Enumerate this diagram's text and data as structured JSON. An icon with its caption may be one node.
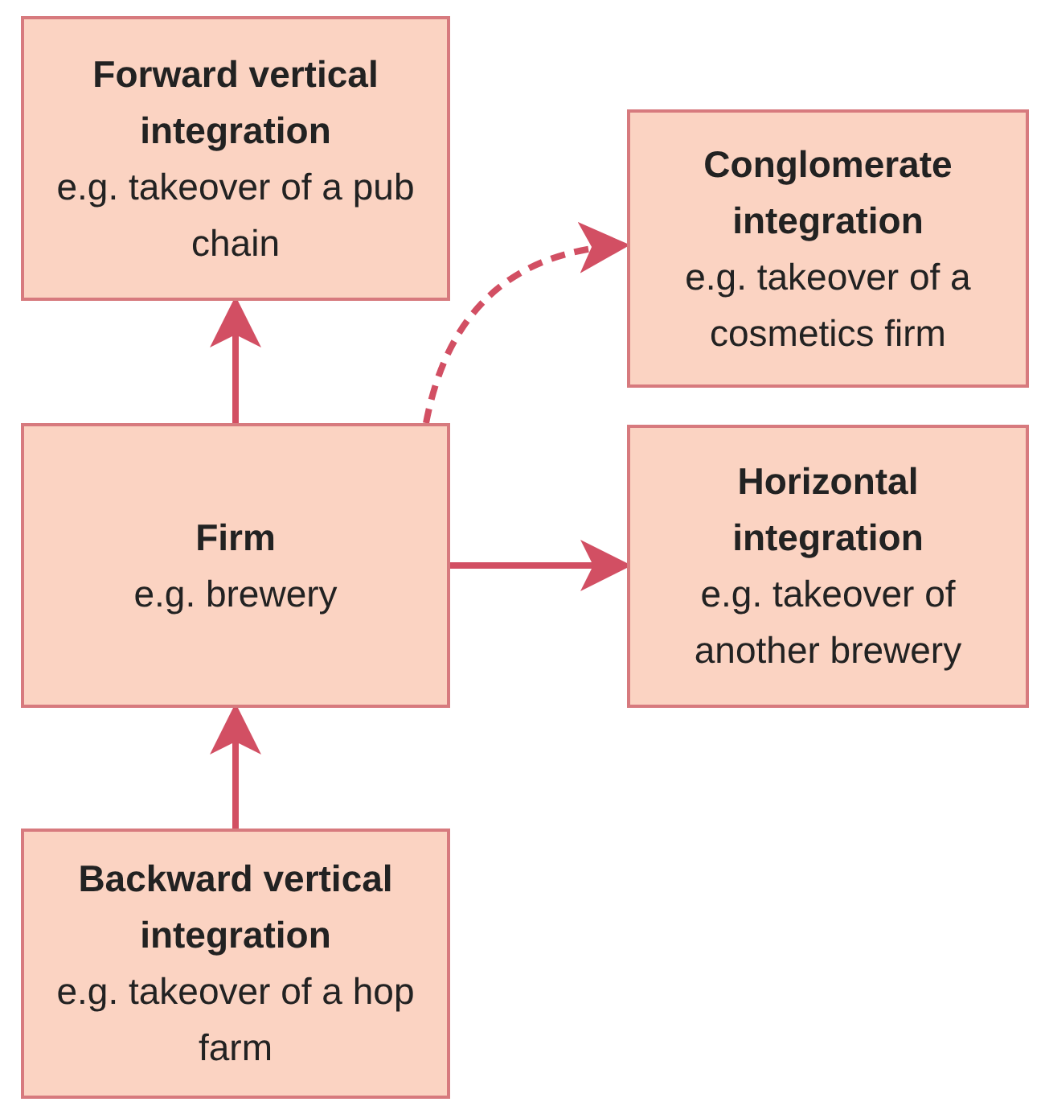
{
  "diagram": {
    "nodes": [
      {
        "text": [
          "Forward vertical integration",
          "e.g. takeover of a pub chain"
        ]
      },
      {
        "text": [
          "Conglomerate integration",
          "e.g. takeover of a cosmetics firm"
        ]
      },
      {
        "text": [
          "Firm",
          "e.g. brewery"
        ]
      },
      {
        "text": [
          "Horizontal integration",
          "e.g. takeover of another brewery"
        ]
      },
      {
        "text": [
          "Backward vertical integration",
          "e.g. takeover of a hop farm"
        ]
      }
    ],
    "edges": [
      {
        "from": 2,
        "to": 0,
        "arrow": "to"
      },
      {
        "from": 2,
        "to": 1,
        "arrow": "to",
        "style": "dashed"
      },
      {
        "from": 2,
        "to": 3,
        "arrow": "to"
      },
      {
        "from": 4,
        "to": 2,
        "arrow": "to"
      }
    ]
  }
}
